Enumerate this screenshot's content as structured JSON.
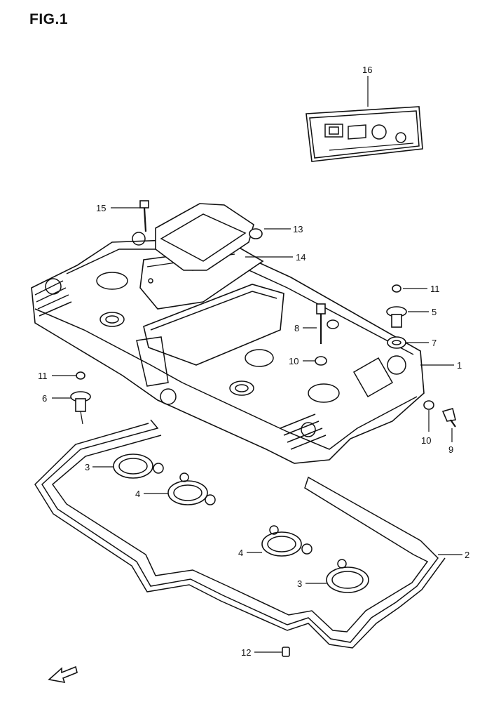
{
  "figure": {
    "title": "FIG.1"
  },
  "callouts": [
    {
      "id": "c16",
      "text": "16"
    },
    {
      "id": "c15",
      "text": "15"
    },
    {
      "id": "c13",
      "text": "13"
    },
    {
      "id": "c14",
      "text": "14"
    },
    {
      "id": "c11a",
      "text": "11"
    },
    {
      "id": "c5",
      "text": "5"
    },
    {
      "id": "c8",
      "text": "8"
    },
    {
      "id": "c7",
      "text": "7"
    },
    {
      "id": "c10a",
      "text": "10"
    },
    {
      "id": "c1",
      "text": "1"
    },
    {
      "id": "c11b",
      "text": "11"
    },
    {
      "id": "c6",
      "text": "6"
    },
    {
      "id": "c10b",
      "text": "10"
    },
    {
      "id": "c9",
      "text": "9"
    },
    {
      "id": "c3a",
      "text": "3"
    },
    {
      "id": "c4a",
      "text": "4"
    },
    {
      "id": "c2",
      "text": "2"
    },
    {
      "id": "c4b",
      "text": "4"
    },
    {
      "id": "c3b",
      "text": "3"
    },
    {
      "id": "c12",
      "text": "12"
    }
  ]
}
